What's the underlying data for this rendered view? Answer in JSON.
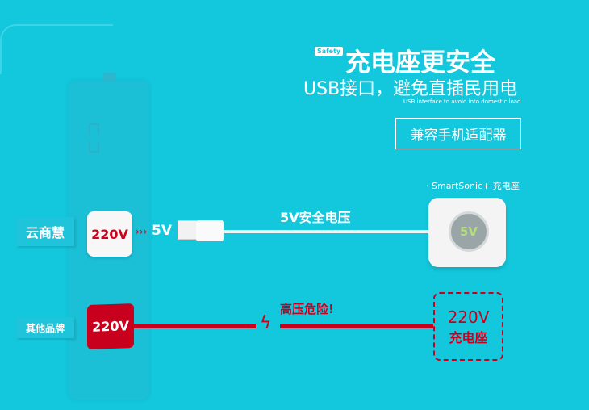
{
  "header": {
    "badge": "Safety",
    "title": "充电座更安全",
    "subtitle": "USB接口，避免直插民用电",
    "subtitle_en": "USB interface to avoid into domestic load",
    "compat_button": "兼容手机适配器"
  },
  "product_caption": "· SmartSonic+ 充电座",
  "ours": {
    "brand": "云商慧",
    "input_voltage": "220V",
    "output_voltage": "5V",
    "cable_label": "5V安全电压",
    "charger_voltage": "5V"
  },
  "others": {
    "brand": "其他品牌",
    "input_voltage": "220V",
    "warning": "高压危险!",
    "charger_voltage": "220V",
    "charger_label": "充电座"
  },
  "colors": {
    "background": "#13c7dd",
    "danger": "#c8001e"
  }
}
